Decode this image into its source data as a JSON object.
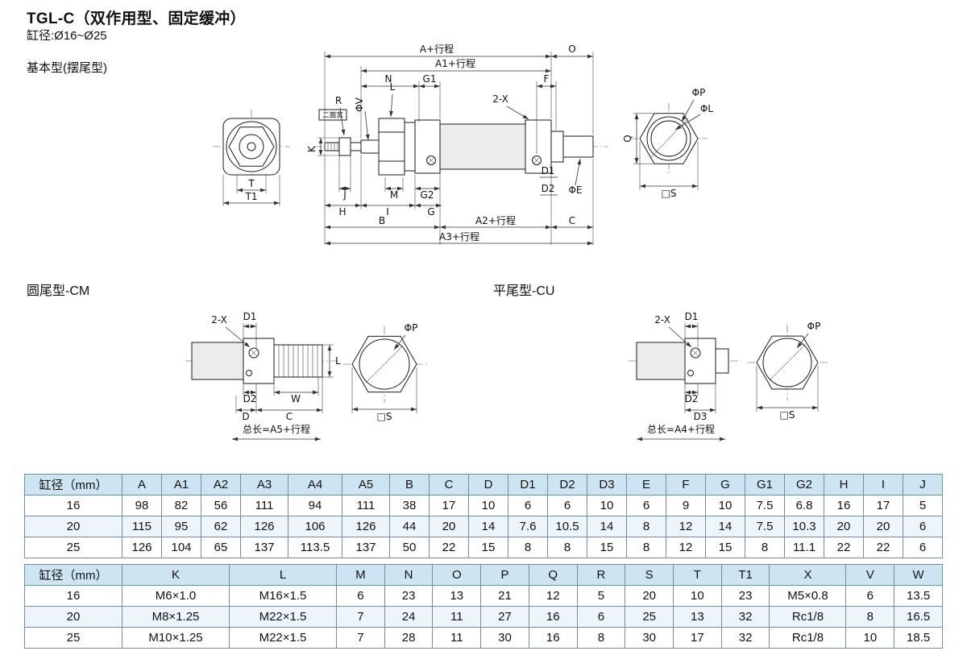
{
  "page": {
    "title": "TGL-C（双作用型、固定缓冲）",
    "bore_range": "缸径:Ø16~Ø25",
    "basic_type_label": "基本型(摆尾型)",
    "round_tail_label": "圆尾型-CM",
    "flat_tail_label": "平尾型-CU"
  },
  "labels": {
    "a_stroke": "A+行程",
    "a1_stroke": "A1+行程",
    "a2_stroke": "A2+行程",
    "a3_stroke": "A3+行程",
    "total_a5": "总长=A5+行程",
    "total_a4": "总长=A4+行程",
    "o": "O",
    "n": "N",
    "g1": "G1",
    "g2": "G2",
    "g": "G",
    "f": "F",
    "r": "R",
    "l": "L",
    "k": "K",
    "q": "Q",
    "t": "T",
    "t1": "T1",
    "j": "J",
    "h": "H",
    "m": "M",
    "i": "I",
    "b": "B",
    "c": "C",
    "d": "D",
    "w": "W",
    "d1": "D1",
    "d2": "D2",
    "d3": "D3",
    "phi_v": "ΦV",
    "phi_p": "ΦP",
    "phi_l": "ΦL",
    "phi_e": "ΦE",
    "two_x": "2-X",
    "square_s": "□S",
    "flat_note": "二面宽"
  },
  "table1": {
    "headers": [
      "缸径（mm）",
      "A",
      "A1",
      "A2",
      "A3",
      "A4",
      "A5",
      "B",
      "C",
      "D",
      "D1",
      "D2",
      "D3",
      "E",
      "F",
      "G",
      "G1",
      "G2",
      "H",
      "I",
      "J"
    ],
    "rows": [
      [
        "16",
        "98",
        "82",
        "56",
        "111",
        "94",
        "111",
        "38",
        "17",
        "10",
        "6",
        "6",
        "10",
        "6",
        "9",
        "10",
        "7.5",
        "6.8",
        "16",
        "17",
        "5"
      ],
      [
        "20",
        "115",
        "95",
        "62",
        "126",
        "106",
        "126",
        "44",
        "20",
        "14",
        "7.6",
        "10.5",
        "14",
        "8",
        "12",
        "14",
        "7.5",
        "10.3",
        "20",
        "20",
        "6"
      ],
      [
        "25",
        "126",
        "104",
        "65",
        "137",
        "113.5",
        "137",
        "50",
        "22",
        "15",
        "8",
        "8",
        "15",
        "8",
        "12",
        "15",
        "8",
        "11.1",
        "22",
        "22",
        "6"
      ]
    ]
  },
  "table2": {
    "headers": [
      "缸径（mm）",
      "K",
      "L",
      "M",
      "N",
      "O",
      "P",
      "Q",
      "R",
      "S",
      "T",
      "T1",
      "X",
      "V",
      "W"
    ],
    "rows": [
      [
        "16",
        "M6×1.0",
        "M16×1.5",
        "6",
        "23",
        "13",
        "21",
        "12",
        "5",
        "20",
        "10",
        "23",
        "M5×0.8",
        "6",
        "13.5"
      ],
      [
        "20",
        "M8×1.25",
        "M22×1.5",
        "7",
        "24",
        "11",
        "27",
        "16",
        "6",
        "25",
        "13",
        "32",
        "Rc1/8",
        "8",
        "16.5"
      ],
      [
        "25",
        "M10×1.25",
        "M22×1.5",
        "7",
        "28",
        "11",
        "30",
        "16",
        "8",
        "30",
        "17",
        "32",
        "Rc1/8",
        "10",
        "18.5"
      ]
    ]
  }
}
